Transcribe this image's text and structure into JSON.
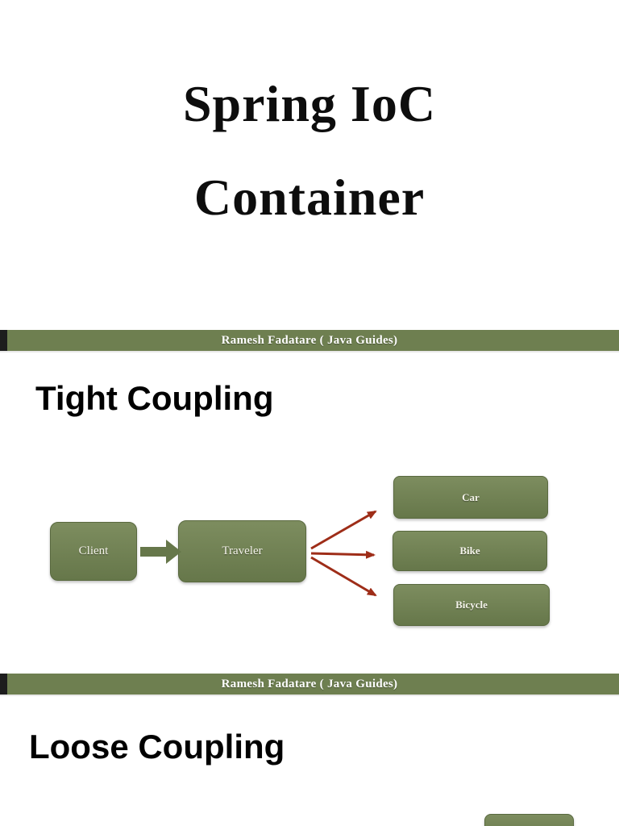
{
  "document": {
    "slides": {
      "slide1": {
        "title_line1": "Spring IoC",
        "title_line2": "Container"
      },
      "slide2": {
        "heading": "Tight Coupling"
      },
      "slide3": {
        "heading": "Loose Coupling"
      }
    },
    "footer": {
      "text": "Ramesh Fadatare ( Java Guides)"
    },
    "diagram": {
      "client": "Client",
      "traveler": "Traveler",
      "targets": [
        "Car",
        "Bike",
        "Bicycle"
      ]
    },
    "colors": {
      "olive": "#6e7f50",
      "olive_dark": "#59693f",
      "arrow_red": "#9e2d18",
      "title_text": "#0d0d0d"
    }
  }
}
